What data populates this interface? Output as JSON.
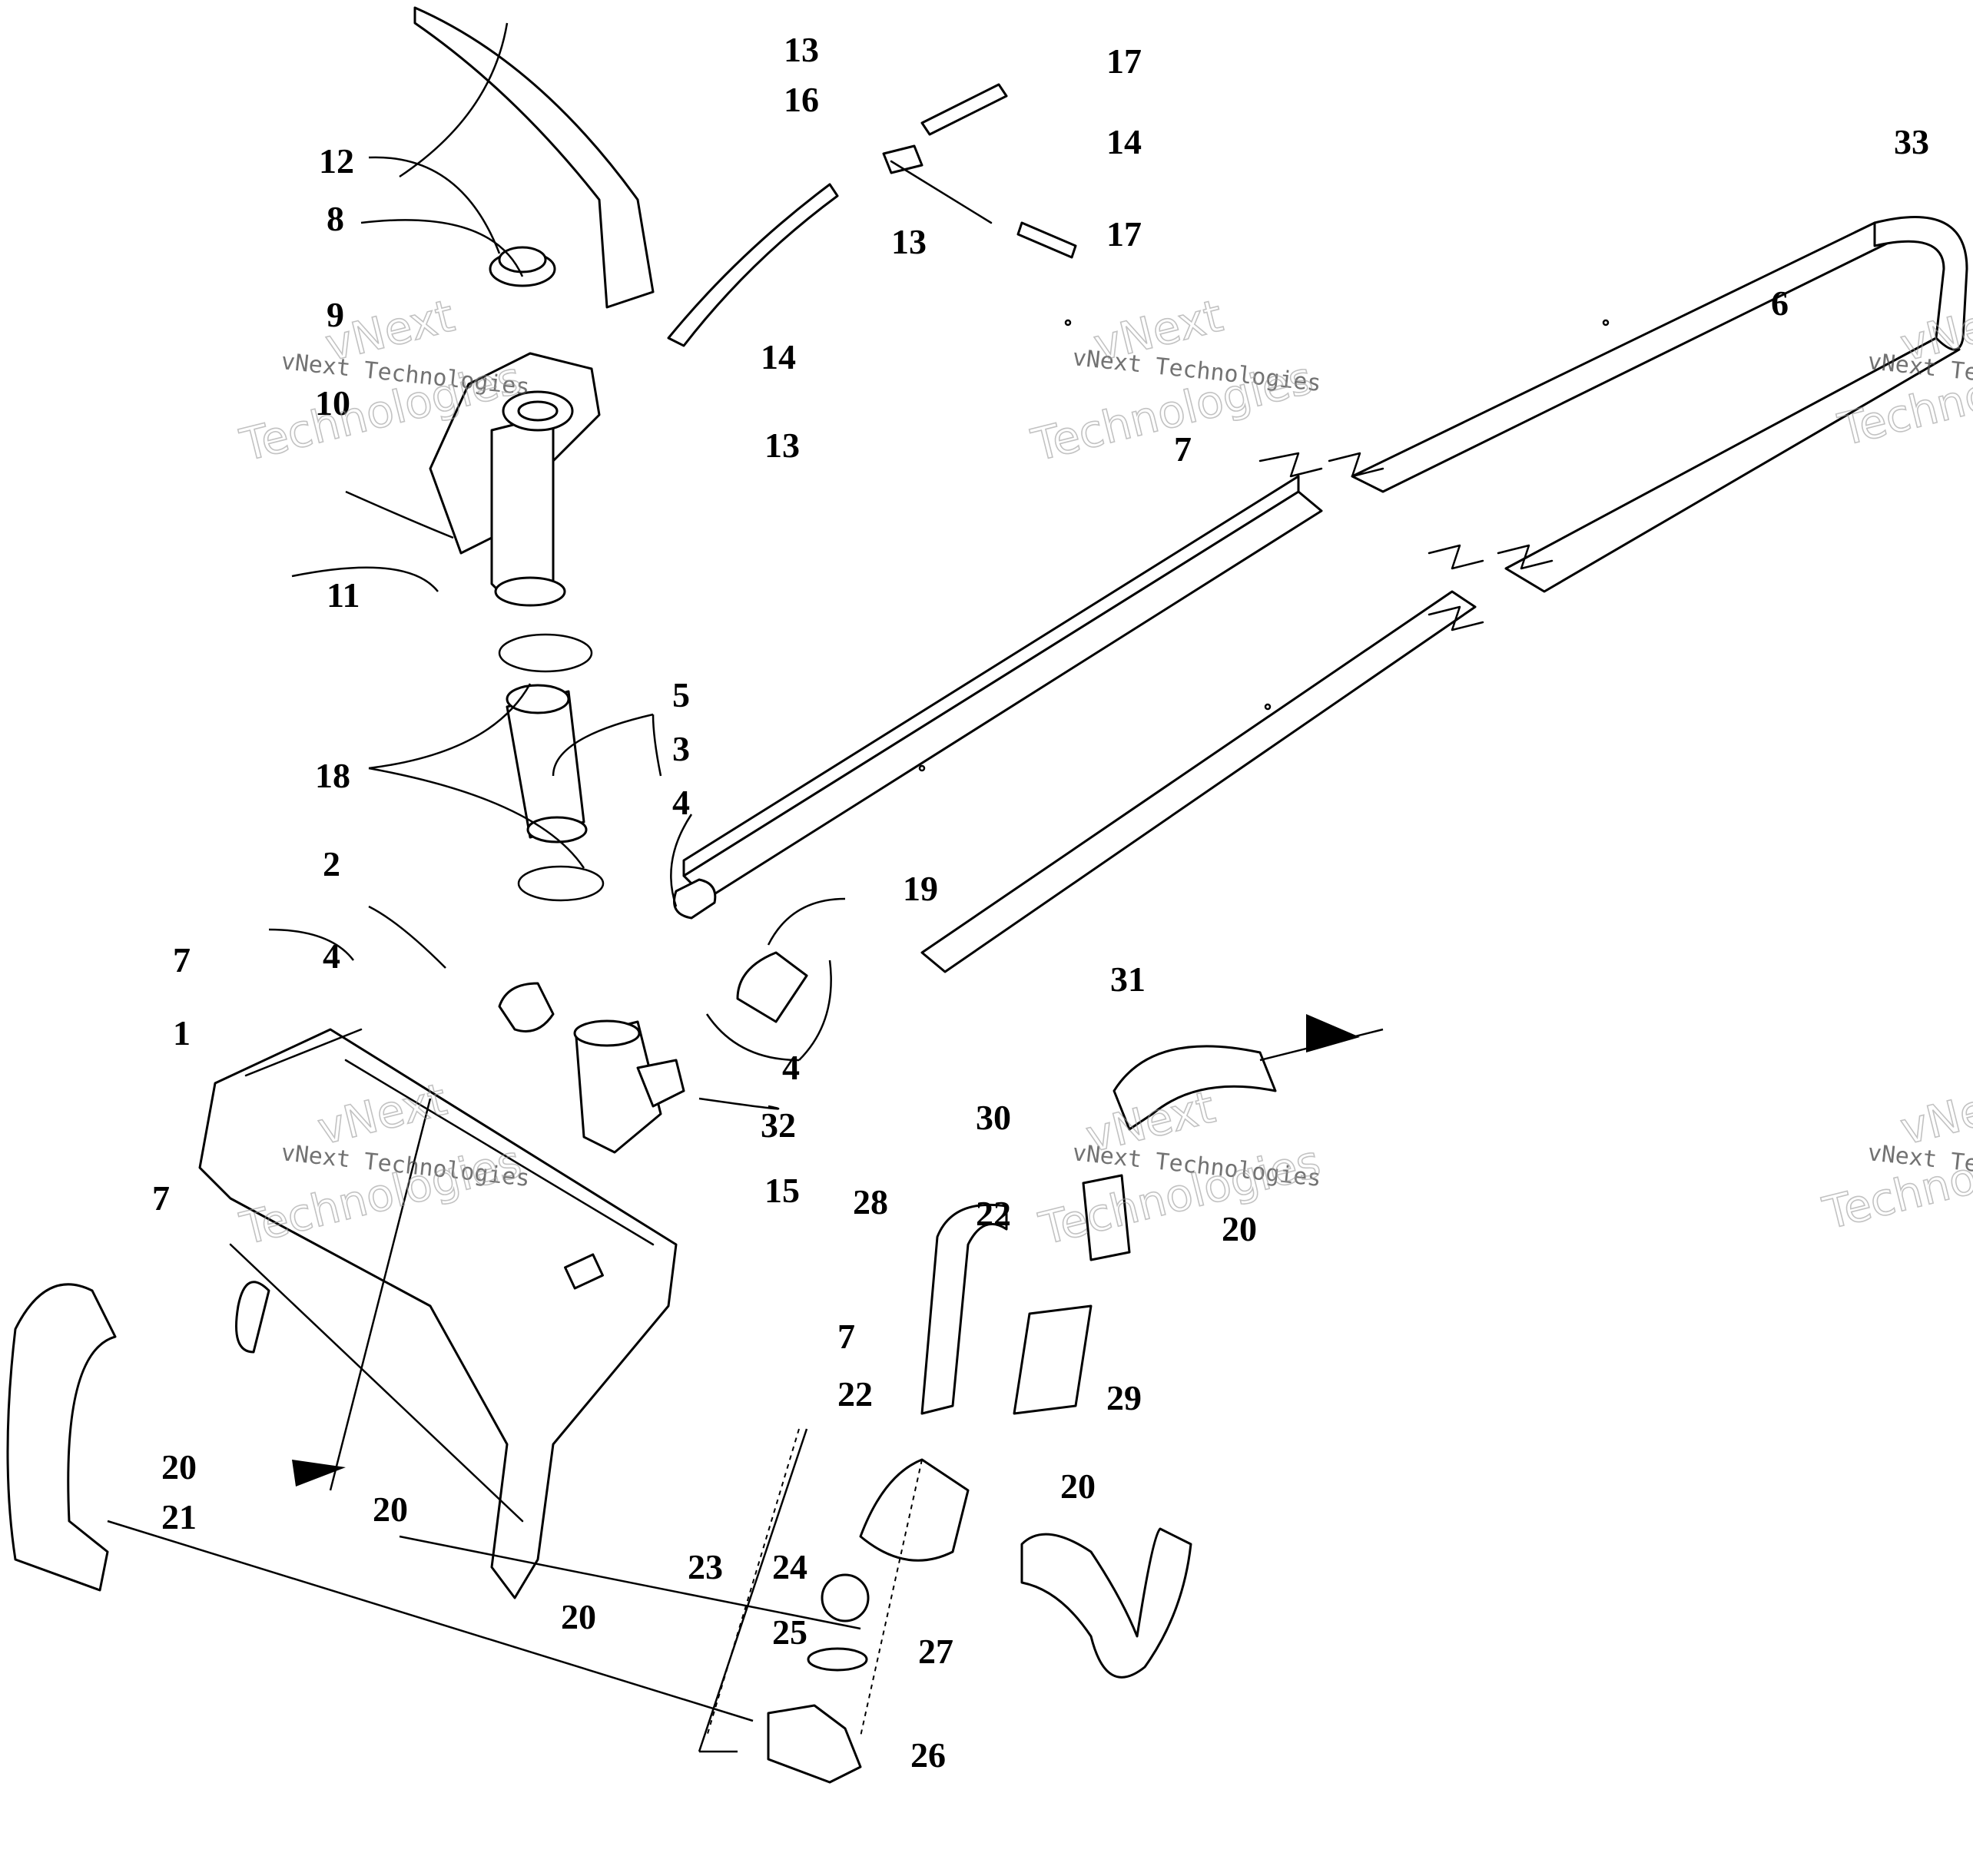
{
  "diagram": {
    "callouts": [
      {
        "id": "c1",
        "text": "1"
      },
      {
        "id": "c2",
        "text": "2"
      },
      {
        "id": "c3",
        "text": "3"
      },
      {
        "id": "c4a",
        "text": "4"
      },
      {
        "id": "c4b",
        "text": "4"
      },
      {
        "id": "c4c",
        "text": "4"
      },
      {
        "id": "c5",
        "text": "5"
      },
      {
        "id": "c6",
        "text": "6"
      },
      {
        "id": "c7a",
        "text": "7"
      },
      {
        "id": "c7b",
        "text": "7"
      },
      {
        "id": "c7c",
        "text": "7"
      },
      {
        "id": "c7d",
        "text": "7"
      },
      {
        "id": "c8",
        "text": "8"
      },
      {
        "id": "c9",
        "text": "9"
      },
      {
        "id": "c10",
        "text": "10"
      },
      {
        "id": "c11",
        "text": "11"
      },
      {
        "id": "c12",
        "text": "12"
      },
      {
        "id": "c13a",
        "text": "13"
      },
      {
        "id": "c13b",
        "text": "13"
      },
      {
        "id": "c13c",
        "text": "13"
      },
      {
        "id": "c14a",
        "text": "14"
      },
      {
        "id": "c14b",
        "text": "14"
      },
      {
        "id": "c15",
        "text": "15"
      },
      {
        "id": "c16",
        "text": "16"
      },
      {
        "id": "c17a",
        "text": "17"
      },
      {
        "id": "c17b",
        "text": "17"
      },
      {
        "id": "c18",
        "text": "18"
      },
      {
        "id": "c19",
        "text": "19"
      },
      {
        "id": "c20a",
        "text": "20"
      },
      {
        "id": "c20b",
        "text": "20"
      },
      {
        "id": "c20c",
        "text": "20"
      },
      {
        "id": "c20d",
        "text": "20"
      },
      {
        "id": "c20e",
        "text": "20"
      },
      {
        "id": "c21",
        "text": "21"
      },
      {
        "id": "c22a",
        "text": "22"
      },
      {
        "id": "c22b",
        "text": "22"
      },
      {
        "id": "c23",
        "text": "23"
      },
      {
        "id": "c24",
        "text": "24"
      },
      {
        "id": "c25",
        "text": "25"
      },
      {
        "id": "c26",
        "text": "26"
      },
      {
        "id": "c27",
        "text": "27"
      },
      {
        "id": "c28",
        "text": "28"
      },
      {
        "id": "c29",
        "text": "29"
      },
      {
        "id": "c30",
        "text": "30"
      },
      {
        "id": "c31",
        "text": "31"
      },
      {
        "id": "c32",
        "text": "32"
      },
      {
        "id": "c33",
        "text": "33"
      }
    ],
    "watermark": {
      "brand_small": "vNext Technologies",
      "brand_top": "vNext",
      "brand_bottom": "Technologies",
      "brand_cut_small": "vNext Tec",
      "brand_cut_top": "vNe",
      "brand_cut_bottom": "Techno"
    }
  }
}
